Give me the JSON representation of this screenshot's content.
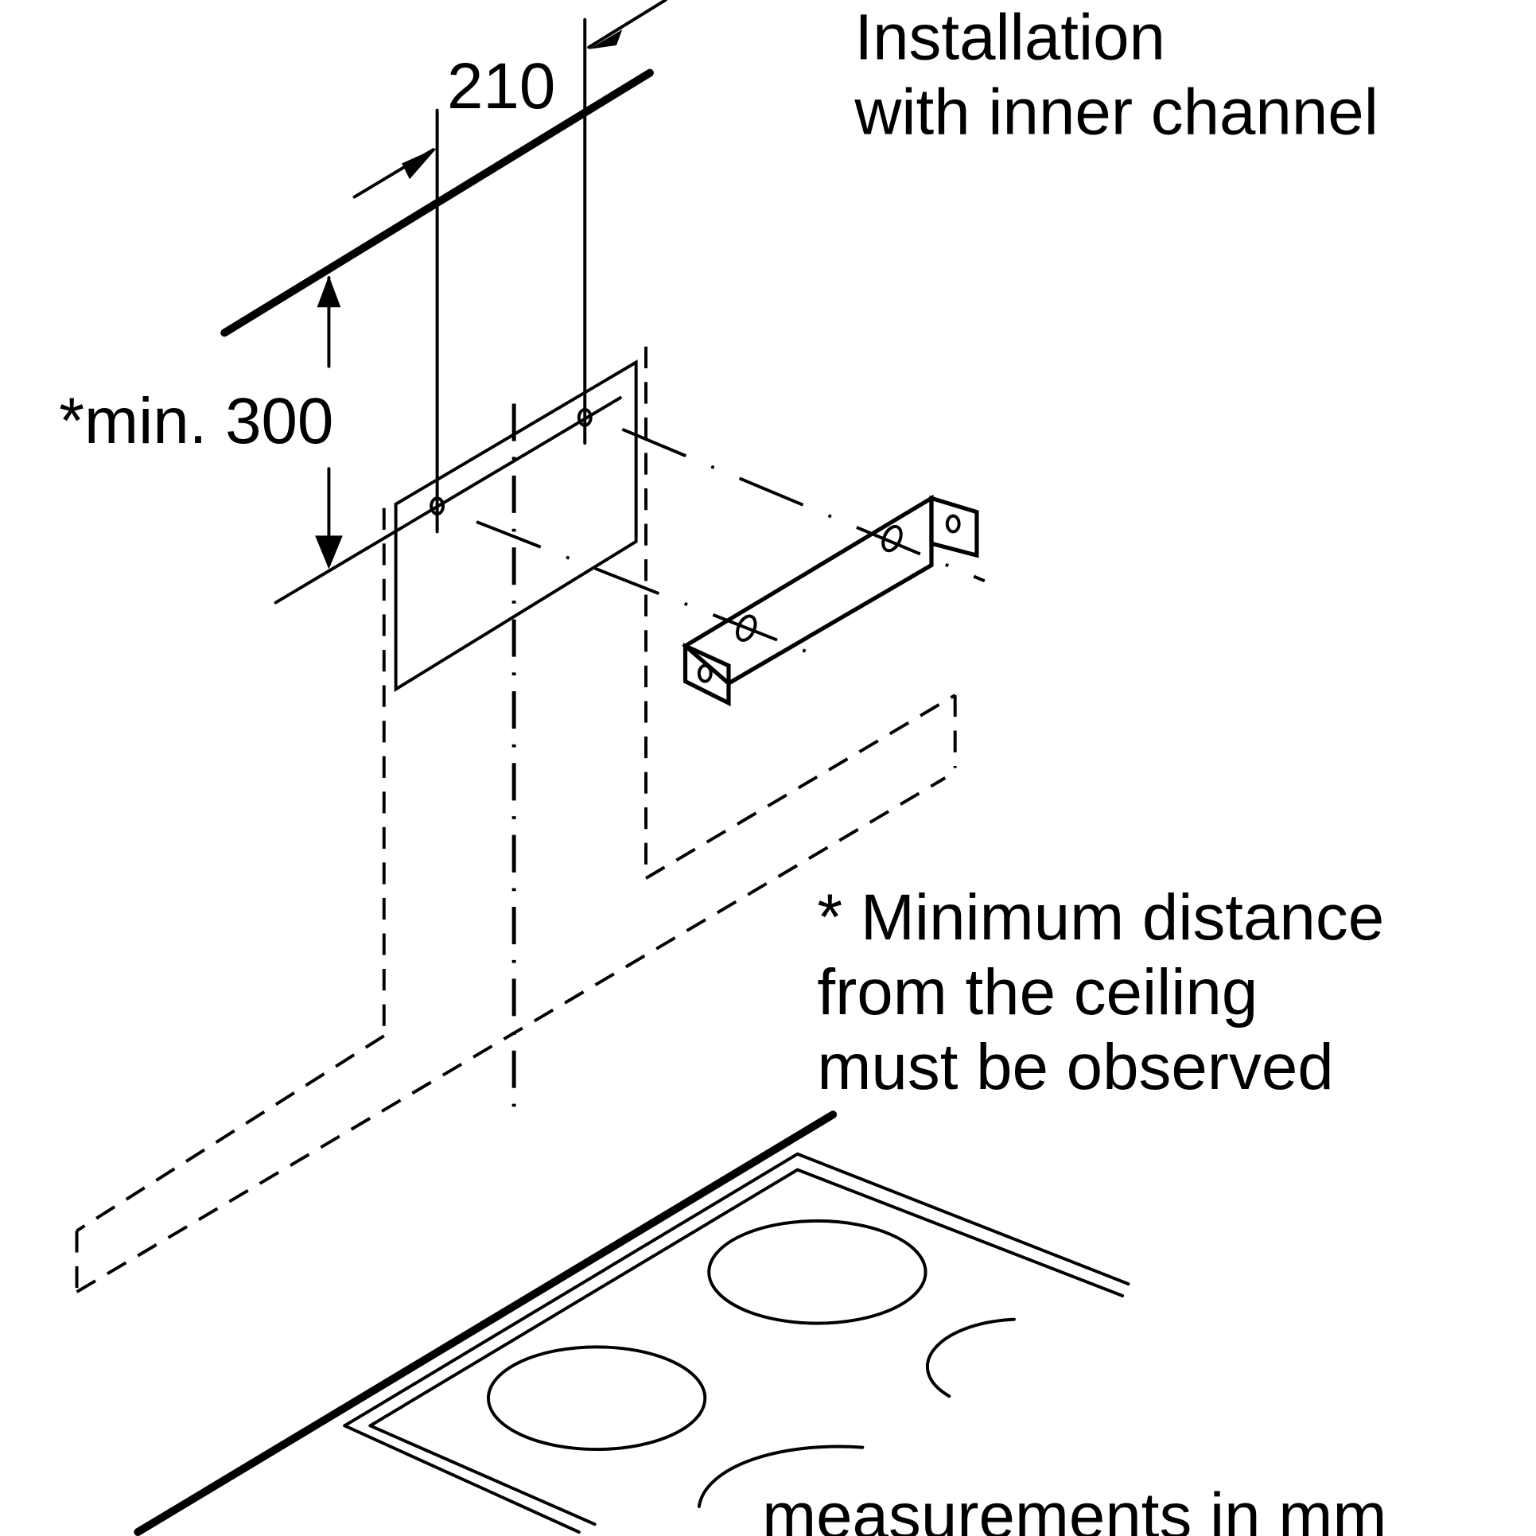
{
  "title": {
    "line1": "Installation",
    "line2": "with inner channel"
  },
  "dimensions": {
    "width_label": "210",
    "ceiling_distance_label": "*min. 300"
  },
  "note": {
    "line1": "* Minimum distance",
    "line2": "from the ceiling",
    "line3": "must be observed"
  },
  "units_label": "measurements in mm",
  "colors": {
    "ink": "#000000",
    "background": "#ffffff"
  }
}
